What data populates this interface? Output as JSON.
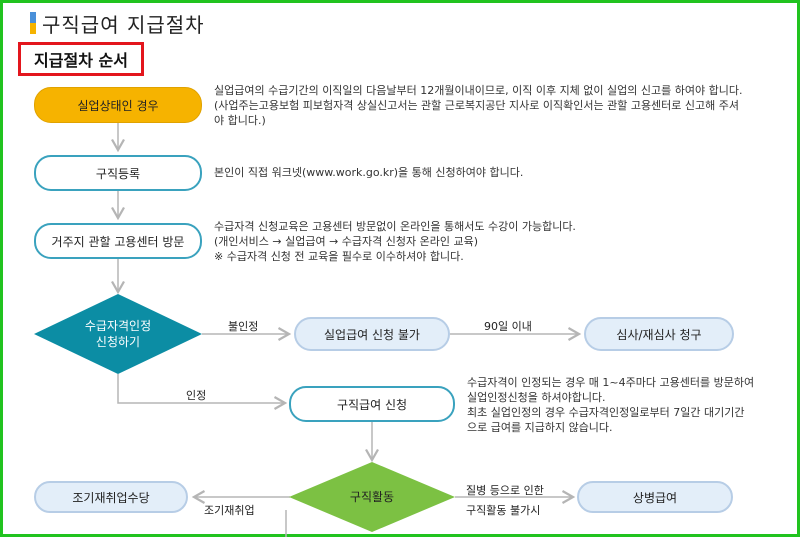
{
  "page_title": "구직급여 지급절차",
  "section_title": "지급절차 순서",
  "nodes": {
    "unemployed": "실업상태인 경우",
    "register": "구직등록",
    "visit": "거주지 관할 고용센터 방문",
    "eligibility": "수급자격인정\n신청하기",
    "not_possible": "실업급여 신청 불가",
    "review": "심사/재심사 청구",
    "apply": "구직급여 신청",
    "job_activity": "구직활동",
    "early_reemployment": "조기재취업수당",
    "sickness": "상병급여"
  },
  "descriptions": {
    "unemployed": [
      "실업급여의 수급기간의 이직일의 다음날부터 12개월이내이므로, 이직 이후 지체 없이 실업의 신고를 하여야 합니다.",
      "(사업주는고용보험 피보험자격 상실신고서는 관할 근로복지공단 지사로 이직확인서는 관할 고용센터로 신고해 주셔",
      "야 합니다.)"
    ],
    "register": [
      "본인이 직접 워크넷(www.work.go.kr)을 통해 신청하여야 합니다."
    ],
    "visit": [
      "수급자격 신청교육은 고용센터 방문없이 온라인을 통해서도 수강이 가능합니다.",
      "(개인서비스 → 실업급여 → 수급자격 신청자 온라인 교육)",
      "※ 수급자격 신청 전 교육을 필수로 이수하셔야 합니다."
    ],
    "apply": [
      "수급자격이 인정되는 경우 매 1~4주마다 고용센터를 방문하여",
      "실업인정신청을 하셔야합니다.",
      "최초 실업인정의 경우 수급자격인정일로부터 7일간 대기기간",
      "으로 급여를 지급하지 않습니다."
    ]
  },
  "edge_labels": {
    "not_approved": "불인정",
    "within_90": "90일 이내",
    "approved": "인정",
    "illness_1": "질병 등으로 인한",
    "illness_2": "구직활동 불가시",
    "early": "조기재취업"
  },
  "colors": {
    "frame": "#21c31f",
    "highlight_border": "#e3161d",
    "orange": "#f6b300",
    "teal": "#0c8da4",
    "green": "#7cc143",
    "outline_blue": "#3aa2be",
    "light_fill": "#e3eef9",
    "arrow": "#b5b5b5"
  }
}
